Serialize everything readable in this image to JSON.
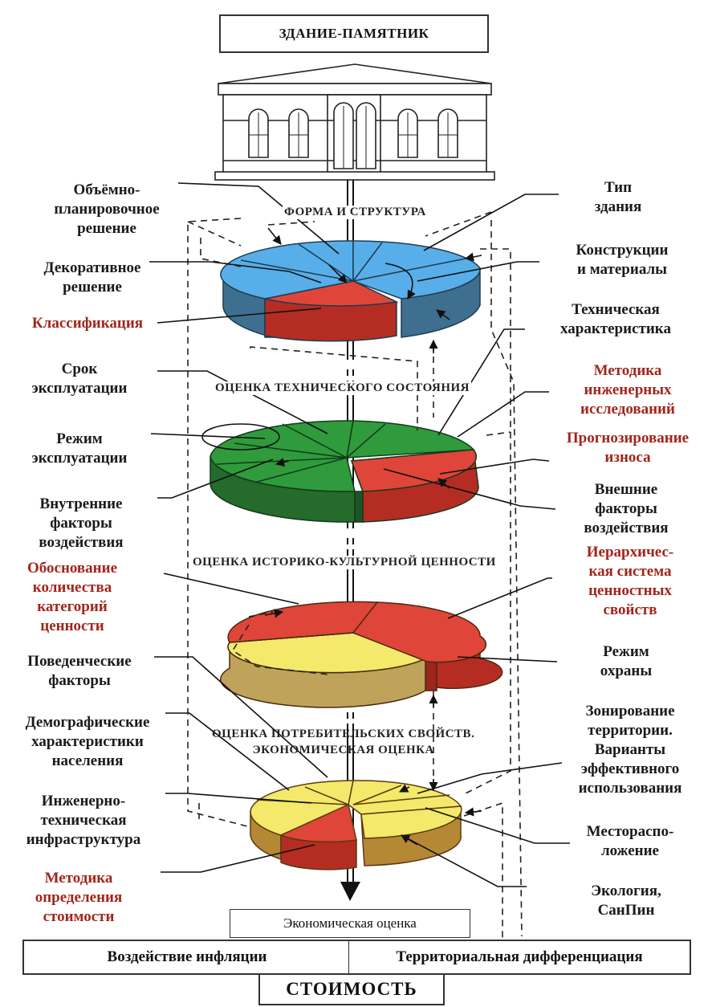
{
  "header": {
    "title": "ЗДАНИЕ-ПАМЯТНИК"
  },
  "stages": {
    "form": "ФОРМА И СТРУКТУРА",
    "tech": "ОЦЕНКА ТЕХНИЧЕСКОГО СОСТОЯНИЯ",
    "history": "ОЦЕНКА ИСТОРИКО-КУЛЬТУРНОЙ ЦЕННОСТИ",
    "consumer": "ОЦЕНКА ПОТРЕБИТЕЛЬСКИХ СВОЙСТВ.\nЭКОНОМИЧЕСКАЯ ОЦЕНКА"
  },
  "left_labels": [
    "Объёмно-\nпланировочное\nрешение",
    "Декоративное\nрешение",
    "Классификация",
    "Срок\nэксплуатации",
    "Режим\nэксплуатации",
    "Внутренние\nфакторы\nвоздействия",
    "Обоснование\nколичества\nкатегорий\nценности",
    "Поведенческие\nфакторы",
    "Демографические\nхарактеристики\nнаселения",
    "Инженерно-\nтехническая\nинфраструктура",
    "Методика\nопределения\nстоимости"
  ],
  "right_labels": [
    "Тип\nздания",
    "Конструкции\nи материалы",
    "Техническая\nхарактеристика",
    "Методика\nинженерных\nисследований",
    "Прогнозирование\nизноса",
    "Внешние\nфакторы\nвоздействия",
    "Иерархичес-\nкая система\nценностных\nсвойств",
    "Режим\nохраны",
    "Зонирование\nтерритории.\nВарианты\nэффективного\nиспользования",
    "Местораспо-\nложение",
    "Экология,\nСанПин"
  ],
  "bottom": {
    "econ": "Экономическая оценка",
    "inflation": "Воздействие инфляции",
    "territorial": "Территориальная дифференциация",
    "cost": "СТОИМОСТЬ"
  },
  "colors": {
    "blue": "#58aee8",
    "green": "#2f9b3c",
    "red": "#e0453a",
    "yellow": "#f4e96a",
    "label_red": "#a1261c"
  }
}
